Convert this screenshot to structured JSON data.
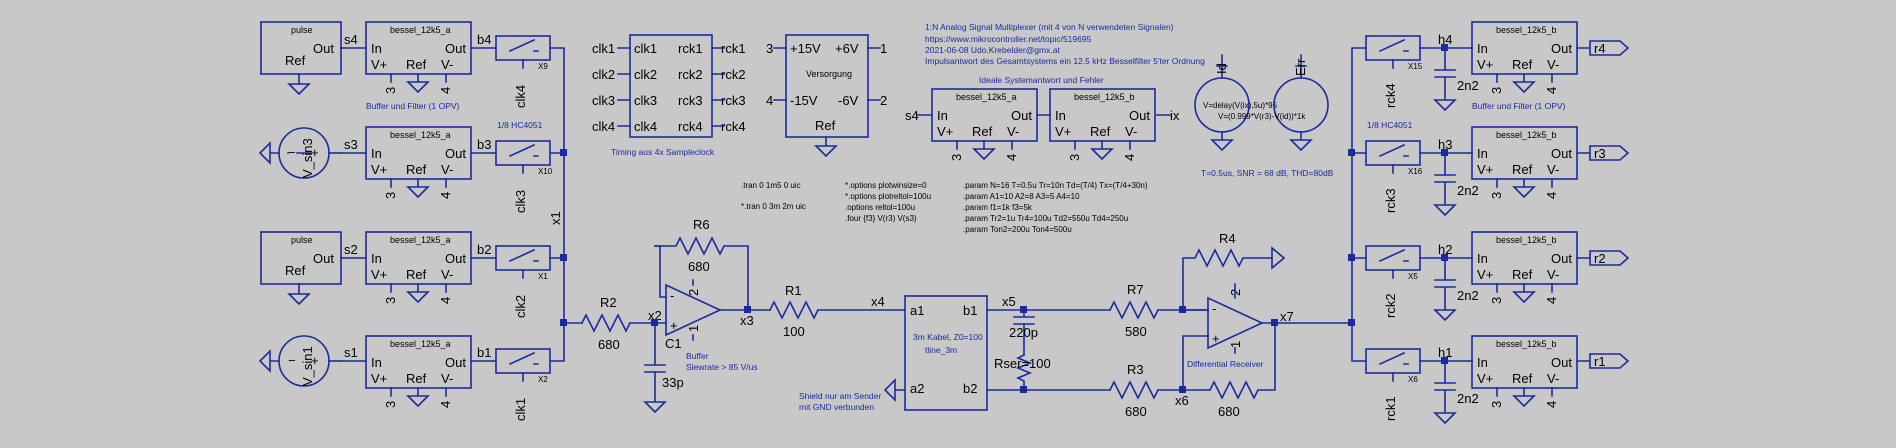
{
  "colors": {
    "background": "#c8c8c8",
    "wire": "#1b2a9c",
    "text": "#000000",
    "note": "#1b2a9c"
  },
  "bessel_blocks": [
    {
      "label": "bessel_12k5_a",
      "in": "In",
      "out": "Out",
      "vp": "V+",
      "ref": "Ref",
      "vm": "V-",
      "p3": "3",
      "p4": "4"
    },
    {
      "label": "bessel_12k5_a",
      "in": "In",
      "out": "Out",
      "vp": "V+",
      "ref": "Ref",
      "vm": "V-",
      "p3": "3",
      "p4": "4"
    },
    {
      "label": "bessel_12k5_a",
      "in": "In",
      "out": "Out",
      "vp": "V+",
      "ref": "Ref",
      "vm": "V-",
      "p3": "3",
      "p4": "4"
    },
    {
      "label": "bessel_12k5_a",
      "in": "In",
      "out": "Out",
      "vp": "V+",
      "ref": "Ref",
      "vm": "V-",
      "p3": "3",
      "p4": "4"
    },
    {
      "label": "bessel_12k5_a",
      "in": "In",
      "out": "Out",
      "vp": "V+",
      "ref": "Ref",
      "vm": "V-",
      "p3": "3",
      "p4": "4"
    },
    {
      "label": "bessel_12k5_b",
      "in": "In",
      "out": "Out",
      "vp": "V+",
      "ref": "Ref",
      "vm": "V-",
      "p3": "3",
      "p4": "4"
    },
    {
      "label": "bessel_12k5_b",
      "in": "In",
      "out": "Out",
      "vp": "V+",
      "ref": "Ref",
      "vm": "V-",
      "p3": "3",
      "p4": "4"
    },
    {
      "label": "bessel_12k5_b",
      "in": "In",
      "out": "Out",
      "vp": "V+",
      "ref": "Ref",
      "vm": "V-",
      "p3": "3",
      "p4": "4"
    },
    {
      "label": "bessel_12k5_b",
      "in": "In",
      "out": "Out",
      "vp": "V+",
      "ref": "Ref",
      "vm": "V-",
      "p3": "3",
      "p4": "4"
    },
    {
      "label": "bessel_12k5_b",
      "in": "In",
      "out": "Out",
      "vp": "V+",
      "ref": "Ref",
      "vm": "V-",
      "p3": "3",
      "p4": "4"
    }
  ],
  "pulse_blocks": [
    {
      "label": "pulse",
      "out": "Out",
      "ref": "Ref"
    },
    {
      "label": "pulse",
      "out": "Out",
      "ref": "Ref"
    }
  ],
  "sources": [
    {
      "label": "V_sin3"
    },
    {
      "label": "V_sin1"
    },
    {
      "label": "V=delay(V(ix),5u)*95"
    },
    {
      "label": "V=(0.999*V(r3)-V(id))*1k"
    }
  ],
  "source_names": [
    "Id",
    "Err"
  ],
  "nets": {
    "s4": "s4",
    "s3": "s3",
    "s2": "s2",
    "s1": "s1",
    "b4": "b4",
    "b3": "b3",
    "b2": "b2",
    "b1": "b1",
    "x1": "x1",
    "x2": "x2",
    "x3": "x3",
    "x4": "x4",
    "x5": "x5",
    "x6": "x6",
    "x7": "x7",
    "h4": "h4",
    "h3": "h3",
    "h2": "h2",
    "h1": "h1",
    "r4": "r4",
    "r3": "r3",
    "r2": "r2",
    "r1": "r1",
    "s4_mid": "s4",
    "ix": "ix"
  },
  "switches_left": [
    {
      "ctrl": "clk4",
      "name": "X9"
    },
    {
      "ctrl": "clk3",
      "name": "X10"
    },
    {
      "ctrl": "clk2",
      "name": "X1"
    },
    {
      "ctrl": "clk1",
      "name": "X2"
    }
  ],
  "switches_right": [
    {
      "ctrl": "rck4",
      "name": "X15"
    },
    {
      "ctrl": "rck3",
      "name": "X16"
    },
    {
      "ctrl": "rck2",
      "name": "X5"
    },
    {
      "ctrl": "rck1",
      "name": "X6"
    }
  ],
  "caps_right": [
    "2n2",
    "2n2",
    "2n2",
    "2n2"
  ],
  "notes": {
    "buffer_filter_left": "Buffer und Filter (1 OPV)",
    "hc4051_left": "1/8 HC4051",
    "timing": "Timing aus 4x Sampleclock",
    "buffer_filter_right": "Buffer und Filter (1 OPV)",
    "hc4051_right": "1/8 HC4051",
    "buffer": "Buffer",
    "slewrate": "Slewrate > 85 V/us",
    "shield1": "Shield nur am Sender",
    "shield2": "mit GND verbunden",
    "diffrx": "Differential Receiver",
    "ideal": "Ideale Systemantwort und Fehler",
    "result": "T=0.5us, SNR = 68 dB, THD=80dB"
  },
  "header": [
    "1:N Analog Signal Multiplexer (mit 4 von N verwendeten Signalen)",
    "https://www.mikrocontroller.net/topic/519695",
    "2021-06-08 Udo.Krebelder@gmx.at",
    "Impulsantwort des Gesamtsystems ein 12.5 kHz Besselfilter 5'ter Ordnung"
  ],
  "clock_block": {
    "left": [
      "clk1",
      "clk2",
      "clk3",
      "clk4"
    ],
    "right": [
      "rck1",
      "rck2",
      "rck3",
      "rck4"
    ]
  },
  "supply_block": {
    "title": "Versorgung",
    "p15": "+15V",
    "p6": "+6V",
    "m15": "-15V",
    "m6": "-6V",
    "ref": "Ref",
    "pin3": "3",
    "pin1": "1",
    "pin4": "4",
    "pin2": "2"
  },
  "tline": {
    "a1": "a1",
    "b1": "b1",
    "a2": "a2",
    "b2": "b2",
    "desc": "3m Kabel, Z0=100",
    "name": "tline_3m"
  },
  "components": {
    "R6": "R6",
    "R6v": "680",
    "R2": "R2",
    "R2v": "680",
    "R1": "R1",
    "R1v": "100",
    "C1": "C1",
    "C1v": "33p",
    "C220": "220p",
    "Rser": "Rser=100",
    "R7": "R7",
    "R7v": "580",
    "R3": "R3",
    "R3v": "680",
    "R4": "R4",
    "R4v": "680",
    "R5v": "680",
    "op_minus": "-",
    "op_plus": "+",
    "op_2": "2",
    "op_1": "1"
  },
  "spice": {
    "tran1": ".tran 0 1m5 0 uic",
    "tran2": "*.tran 0 3m 2m uic",
    "opts": [
      "*.options plotwinsize=0",
      "*.options plotreltol=100u",
      ".options reltol=100u",
      ".four {f3} V(r3) V(s3)"
    ],
    "params": [
      ".param N=16 T=0.5u Tr=10n Td=(T/4) Tx=(T/4+30n)",
      ".param A1=10 A2=8 A3=5 A4=10",
      ".param f1=1k f3=5k",
      ".param Tr2=1u Tr4=100u Td2=550u Td4=250u",
      ".param Ton2=200u Ton4=500u"
    ]
  }
}
